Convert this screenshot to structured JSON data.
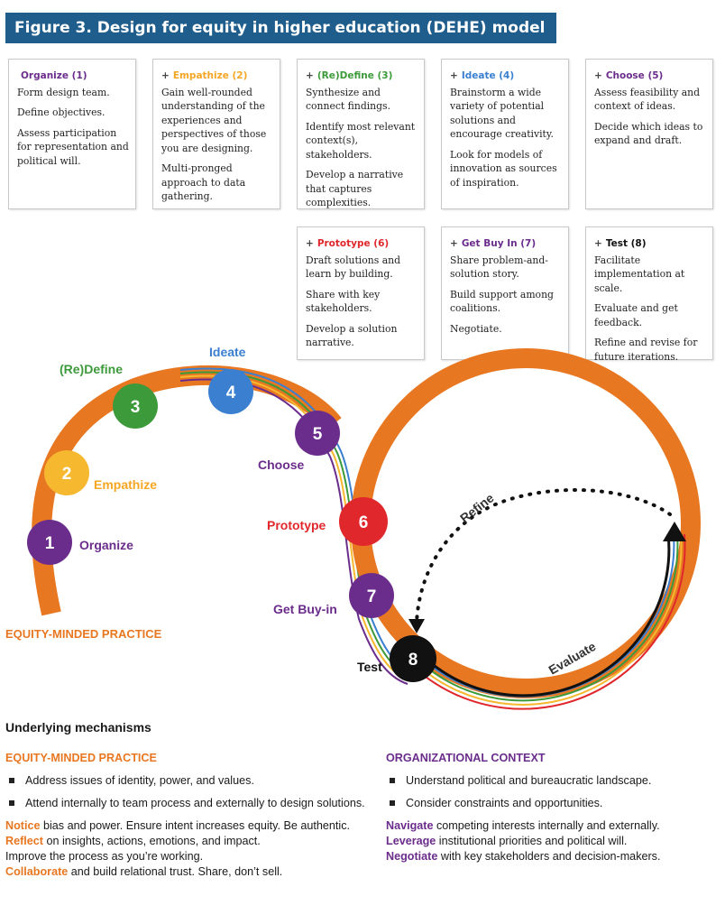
{
  "title": "Figure 3. Design for equity in higher education (DEHE) model",
  "colors": {
    "title_bg": "#1e5d8c",
    "orange": "#e87722",
    "purple": "#6b2d8c",
    "green": "#3d9a3a",
    "blue": "#3a7fd0",
    "yellow": "#f5b82e",
    "red": "#e0272b",
    "black": "#111111"
  },
  "cards": [
    {
      "heading": "Organize (1)",
      "plus": "",
      "color": "#6b2d8c",
      "lines": [
        "Form design team.",
        "Define objectives.",
        "Assess participation for representation and political will."
      ]
    },
    {
      "heading": "Empathize (2)",
      "plus": "+",
      "color": "#f5a623",
      "lines": [
        "Gain well-rounded understanding of the experiences and perspectives of those you are designing.",
        "Multi-pronged approach to data gathering."
      ]
    },
    {
      "heading": "(Re)Define (3)",
      "plus": "+",
      "color": "#3d9a3a",
      "lines": [
        "Synthesize and connect findings.",
        "Identify most relevant context(s), stakeholders.",
        "Develop a narrative that captures complexities."
      ]
    },
    {
      "heading": "Ideate (4)",
      "plus": "+",
      "color": "#3a7fd0",
      "lines": [
        "Brainstorm a wide variety of potential solutions and encourage creativity.",
        "Look for models of innovation as sources of inspiration."
      ]
    },
    {
      "heading": "Choose (5)",
      "plus": "+",
      "color": "#6b2d8c",
      "lines": [
        "Assess feasibility and context of ideas.",
        "Decide which ideas to expand and draft."
      ]
    },
    {
      "heading": "Prototype (6)",
      "plus": "+",
      "color": "#e0272b",
      "lines": [
        "Draft solutions and learn by building.",
        "Share with key stakeholders.",
        "Develop a solution narrative."
      ]
    },
    {
      "heading": "Get Buy In (7)",
      "plus": "+",
      "color": "#6b2d8c",
      "lines": [
        "Share problem-and-solution story.",
        "Build support among coalitions.",
        "Negotiate."
      ]
    },
    {
      "heading": "Test (8)",
      "plus": "+",
      "color": "#111111",
      "lines": [
        "Facilitate implementation at scale.",
        "Evaluate and get feedback.",
        "Refine and revise for future iterations."
      ]
    }
  ],
  "steps": [
    {
      "num": "1",
      "label": "Organize",
      "color": "#6b2d8c",
      "label_color": "#6b2d8c"
    },
    {
      "num": "2",
      "label": "Empathize",
      "color": "#f5b82e",
      "label_color": "#f5a623"
    },
    {
      "num": "3",
      "label": "(Re)Define",
      "color": "#3d9a3a",
      "label_color": "#3d9a3a"
    },
    {
      "num": "4",
      "label": "Ideate",
      "color": "#3a7fd0",
      "label_color": "#3a7fd0"
    },
    {
      "num": "5",
      "label": "Choose",
      "color": "#6b2d8c",
      "label_color": "#6b2d8c"
    },
    {
      "num": "6",
      "label": "Prototype",
      "color": "#e0272b",
      "label_color": "#e0272b"
    },
    {
      "num": "7",
      "label": "Get Buy-in",
      "color": "#6b2d8c",
      "label_color": "#6b2d8c"
    },
    {
      "num": "8",
      "label": "Test",
      "color": "#111111",
      "label_color": "#111111"
    }
  ],
  "loop_labels": {
    "refine": "Refine",
    "evaluate": "Evaluate"
  },
  "equity_label": "EQUITY-MINDED PRACTICE",
  "mechanisms": {
    "title": "Underlying mechanisms",
    "equity": {
      "heading": "EQUITY-MINDED PRACTICE",
      "bullets": [
        "Address issues of identity, power, and values.",
        "Attend internally to team process and externally to design solutions."
      ],
      "lines": [
        {
          "kw": "Notice",
          "text": " bias and power. Ensure intent increases equity. Be authentic."
        },
        {
          "kw": "Reflect",
          "text": " on insights, actions, emotions, and impact."
        },
        {
          "kw": "",
          "text": "Improve the process as you’re working."
        },
        {
          "kw": "Collaborate",
          "text": " and build relational trust. Share, don’t sell."
        }
      ]
    },
    "org": {
      "heading": "ORGANIZATIONAL CONTEXT",
      "bullets": [
        "Understand political and bureaucratic landscape.",
        "Consider constraints and opportunities."
      ],
      "lines": [
        {
          "kw": "Navigate",
          "text": " competing interests internally and externally."
        },
        {
          "kw": "Leverage",
          "text": " institutional priorities and political will."
        },
        {
          "kw": "Negotiate",
          "text": " with key stakeholders and decision-makers."
        }
      ]
    }
  }
}
